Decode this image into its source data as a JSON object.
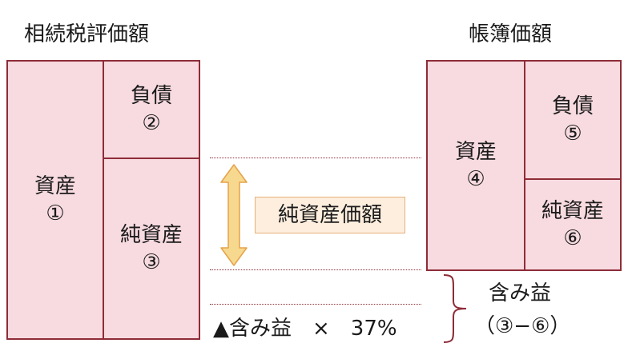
{
  "left": {
    "title": "相続税評価額",
    "assets": {
      "label": "資産",
      "num": "①"
    },
    "liabilities": {
      "label": "負債",
      "num": "②"
    },
    "net_assets": {
      "label": "純資産",
      "num": "③"
    }
  },
  "right": {
    "title": "帳簿価額",
    "assets": {
      "label": "資産",
      "num": "④"
    },
    "liabilities": {
      "label": "負債",
      "num": "⑤"
    },
    "net_assets": {
      "label": "純資産",
      "num": "⑥"
    }
  },
  "middle": {
    "net_asset_value_label": "純資産価額",
    "deduction_text": "▲含み益　×　37%"
  },
  "unrealized_gain": {
    "label": "含み益",
    "formula": "（③−⑥）"
  },
  "colors": {
    "box_fill": "#f7dbe0",
    "box_border": "#8e2c38",
    "arrow_fill": "#f6d98e",
    "arrow_stroke": "#e6a24a",
    "label_fill": "#fdeede"
  }
}
